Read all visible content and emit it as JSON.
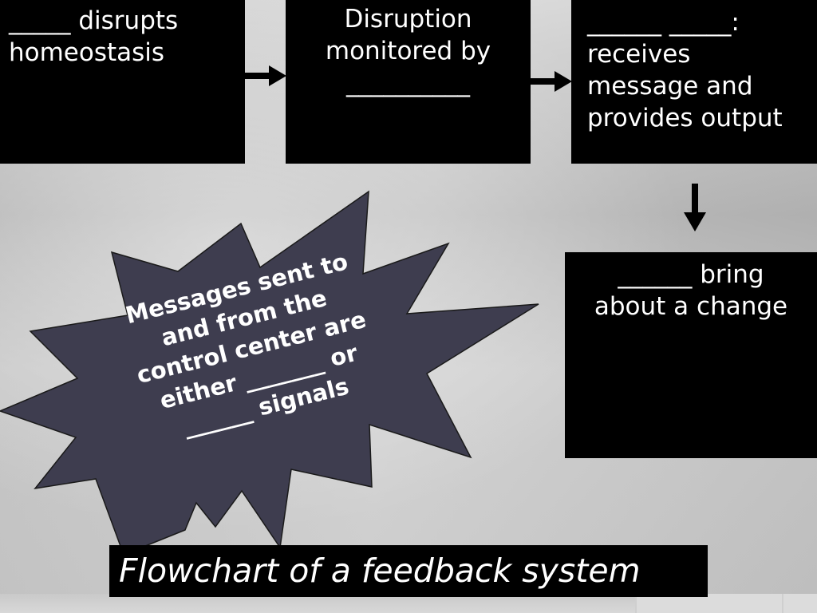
{
  "boxes": {
    "stimulus": {
      "lines": [
        "_____ disrupts",
        "homeostasis"
      ]
    },
    "receptor": {
      "lines": [
        "Disruption",
        "monitored by",
        "__________"
      ]
    },
    "control_center": {
      "lines": [
        "______ _____:",
        "receives",
        "message and",
        "provides output"
      ]
    },
    "effector": {
      "lines": [
        "______ bring",
        "about a change"
      ]
    }
  },
  "starburst": {
    "lines": [
      "Messages sent to",
      "and from the",
      "control center are",
      "either _______ or",
      "______ signals"
    ],
    "fill_color": "#3e3d4f"
  },
  "caption": {
    "text": "Flowchart of a feedback system"
  }
}
